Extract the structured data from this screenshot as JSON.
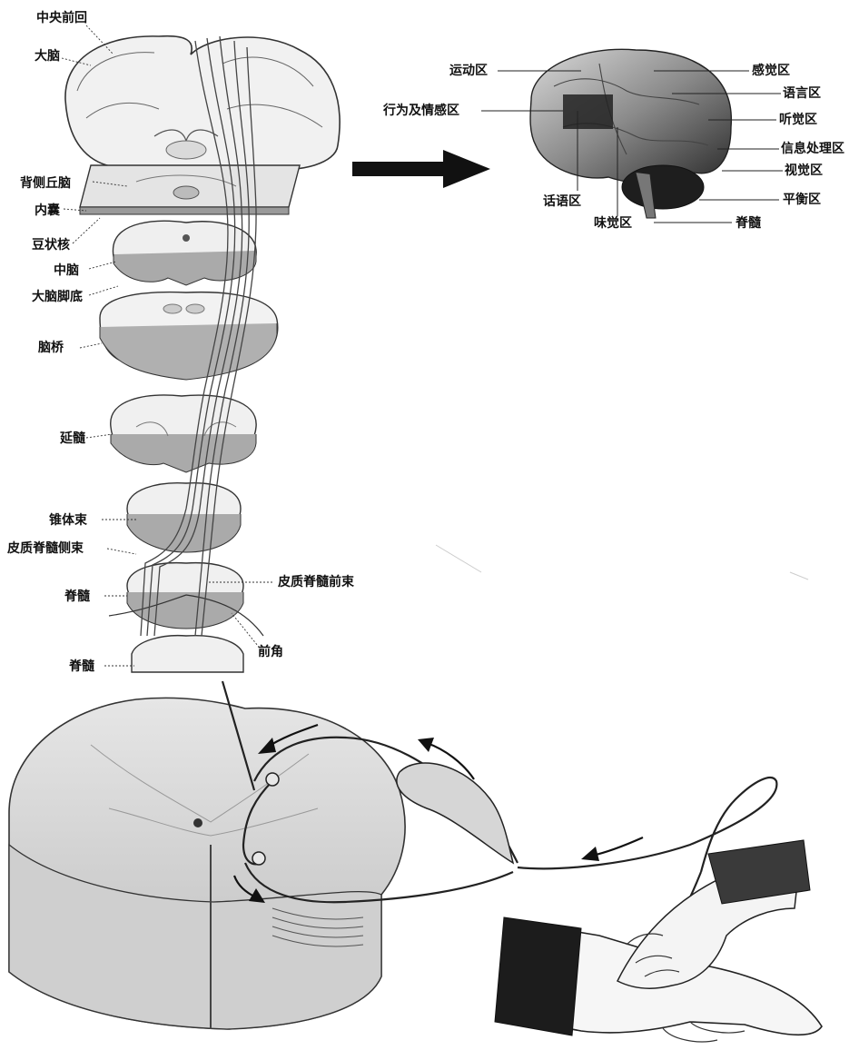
{
  "tract_labels": {
    "precentral_gyrus": "中央前回",
    "cerebrum": "大脑",
    "dorsal_thalamus": "背侧丘脑",
    "internal_capsule": "内囊",
    "lentiform_nucleus": "豆状核",
    "midbrain": "中脑",
    "cerebral_peduncle": "大脑脚底",
    "pons": "脑桥",
    "medulla": "延髓",
    "pyramidal_tract": "锥体束",
    "lateral_corticospinal": "皮质脊髓侧束",
    "spinal_cord_1": "脊髓",
    "anterior_corticospinal": "皮质脊髓前束",
    "anterior_horn": "前角",
    "spinal_cord_2": "脊髓"
  },
  "brain_labels": {
    "motor_area": "运动区",
    "sensory_area": "感觉区",
    "language_area": "语言区",
    "behavior_emotion_area": "行为及情感区",
    "auditory_area": "听觉区",
    "info_processing_area": "信息处理区",
    "visual_area": "视觉区",
    "speech_area": "话语区",
    "balance_area": "平衡区",
    "taste_area": "味觉区",
    "spinal_cord": "脊髓"
  }
}
